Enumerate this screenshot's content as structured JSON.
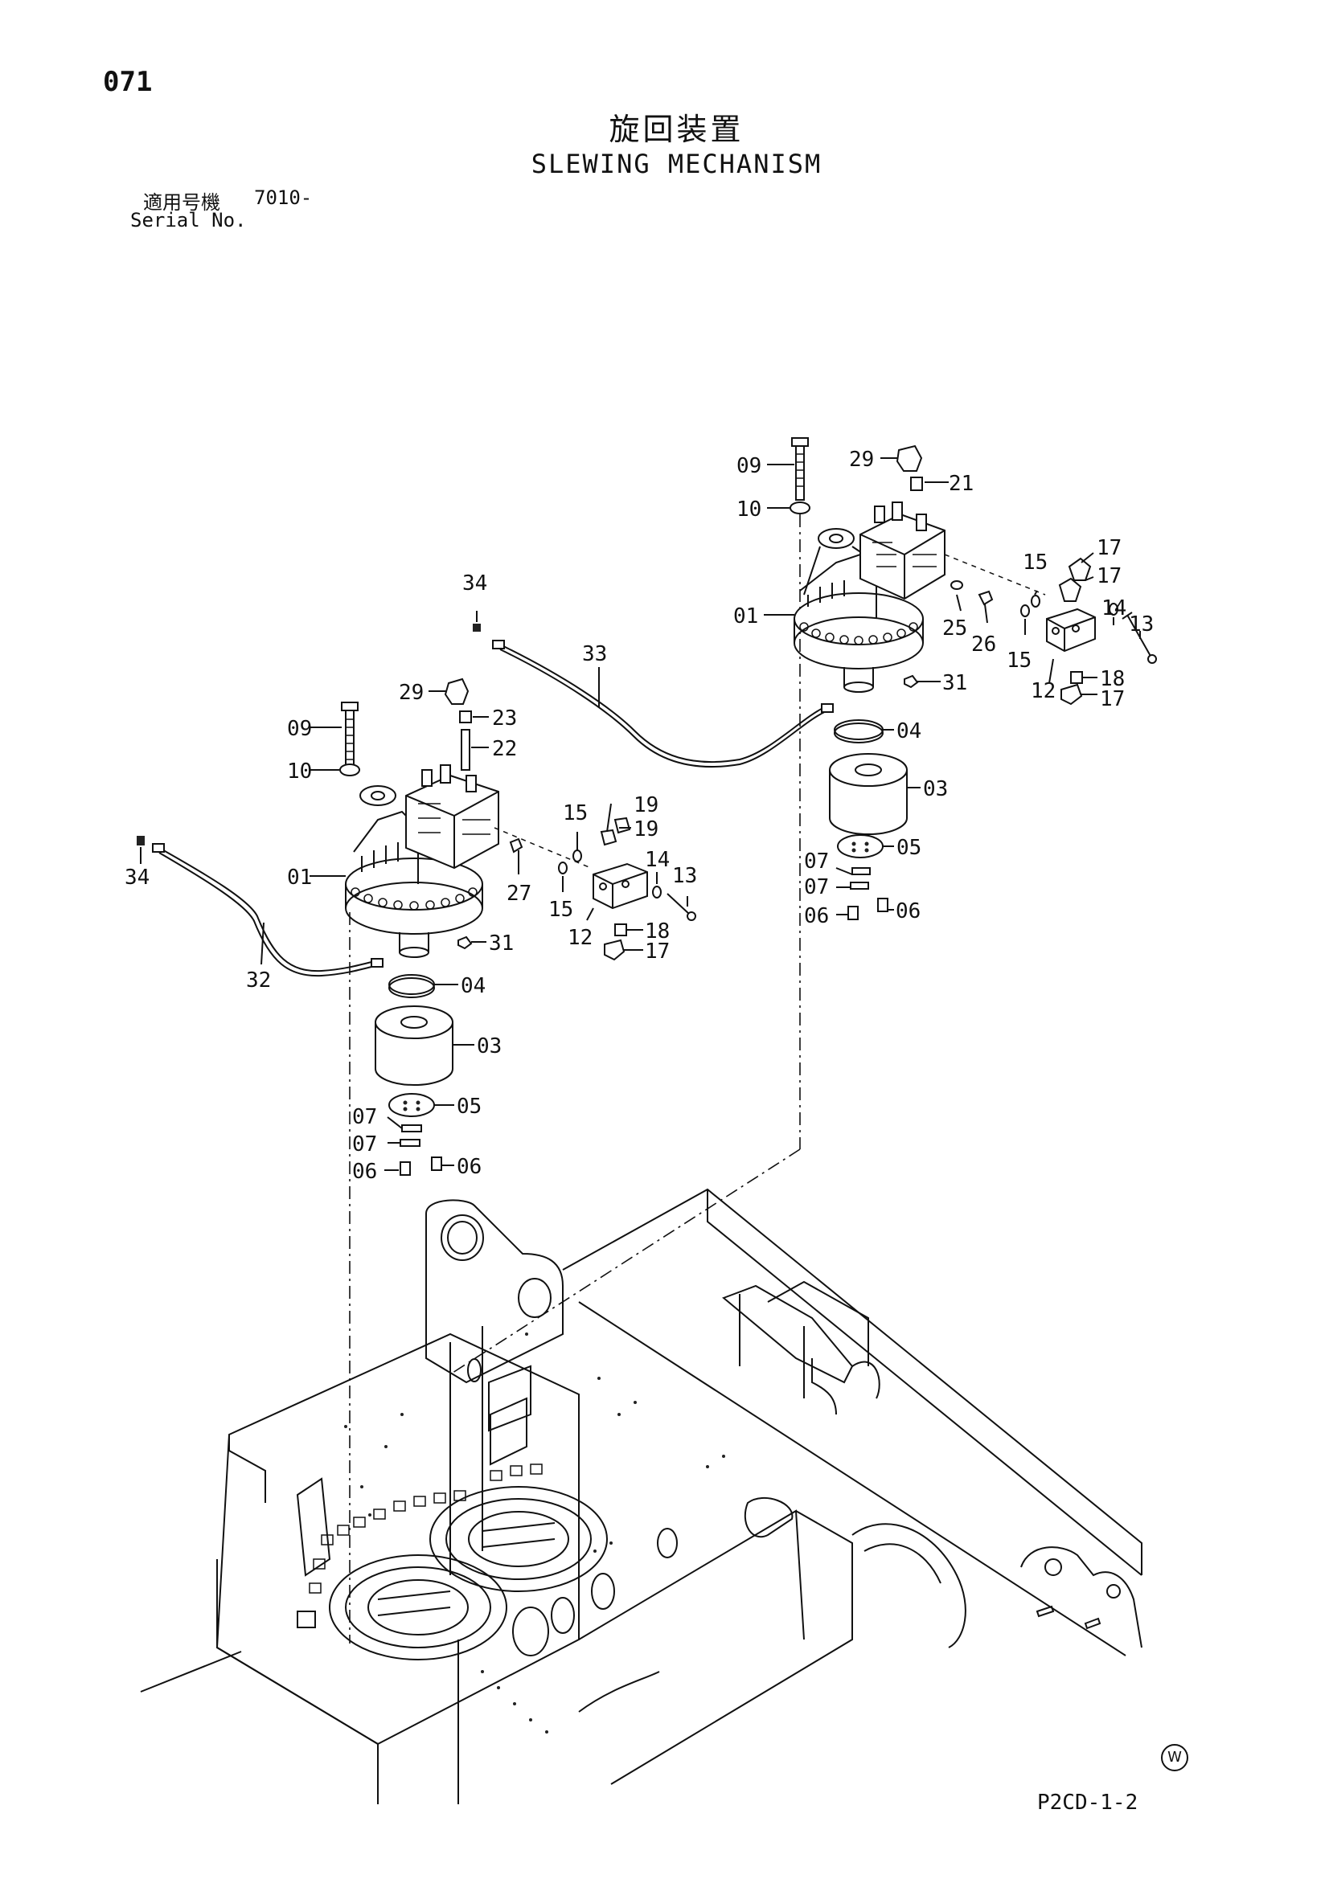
{
  "header": {
    "page_number": "071",
    "title_ja": "旋回装置",
    "title_en": "SLEWING MECHANISM",
    "serial_label_ja": "適用号機",
    "serial_value": "7010-",
    "serial_label_en": "Serial No."
  },
  "footer": {
    "drawing_code": "P2CD-1-2",
    "circle_mark": "W"
  },
  "callouts": {
    "right_assembly": [
      "09",
      "10",
      "29",
      "21",
      "17",
      "15",
      "17",
      "01",
      "25",
      "26",
      "14",
      "13",
      "15",
      "12",
      "18",
      "17",
      "31",
      "04",
      "03",
      "05",
      "07",
      "07",
      "06",
      "06",
      "33",
      "34"
    ],
    "left_assembly": [
      "09",
      "10",
      "29",
      "23",
      "22",
      "19",
      "15",
      "19",
      "14",
      "13",
      "01",
      "27",
      "15",
      "12",
      "18",
      "17",
      "31",
      "04",
      "03",
      "05",
      "07",
      "07",
      "06",
      "06",
      "32",
      "34"
    ]
  }
}
